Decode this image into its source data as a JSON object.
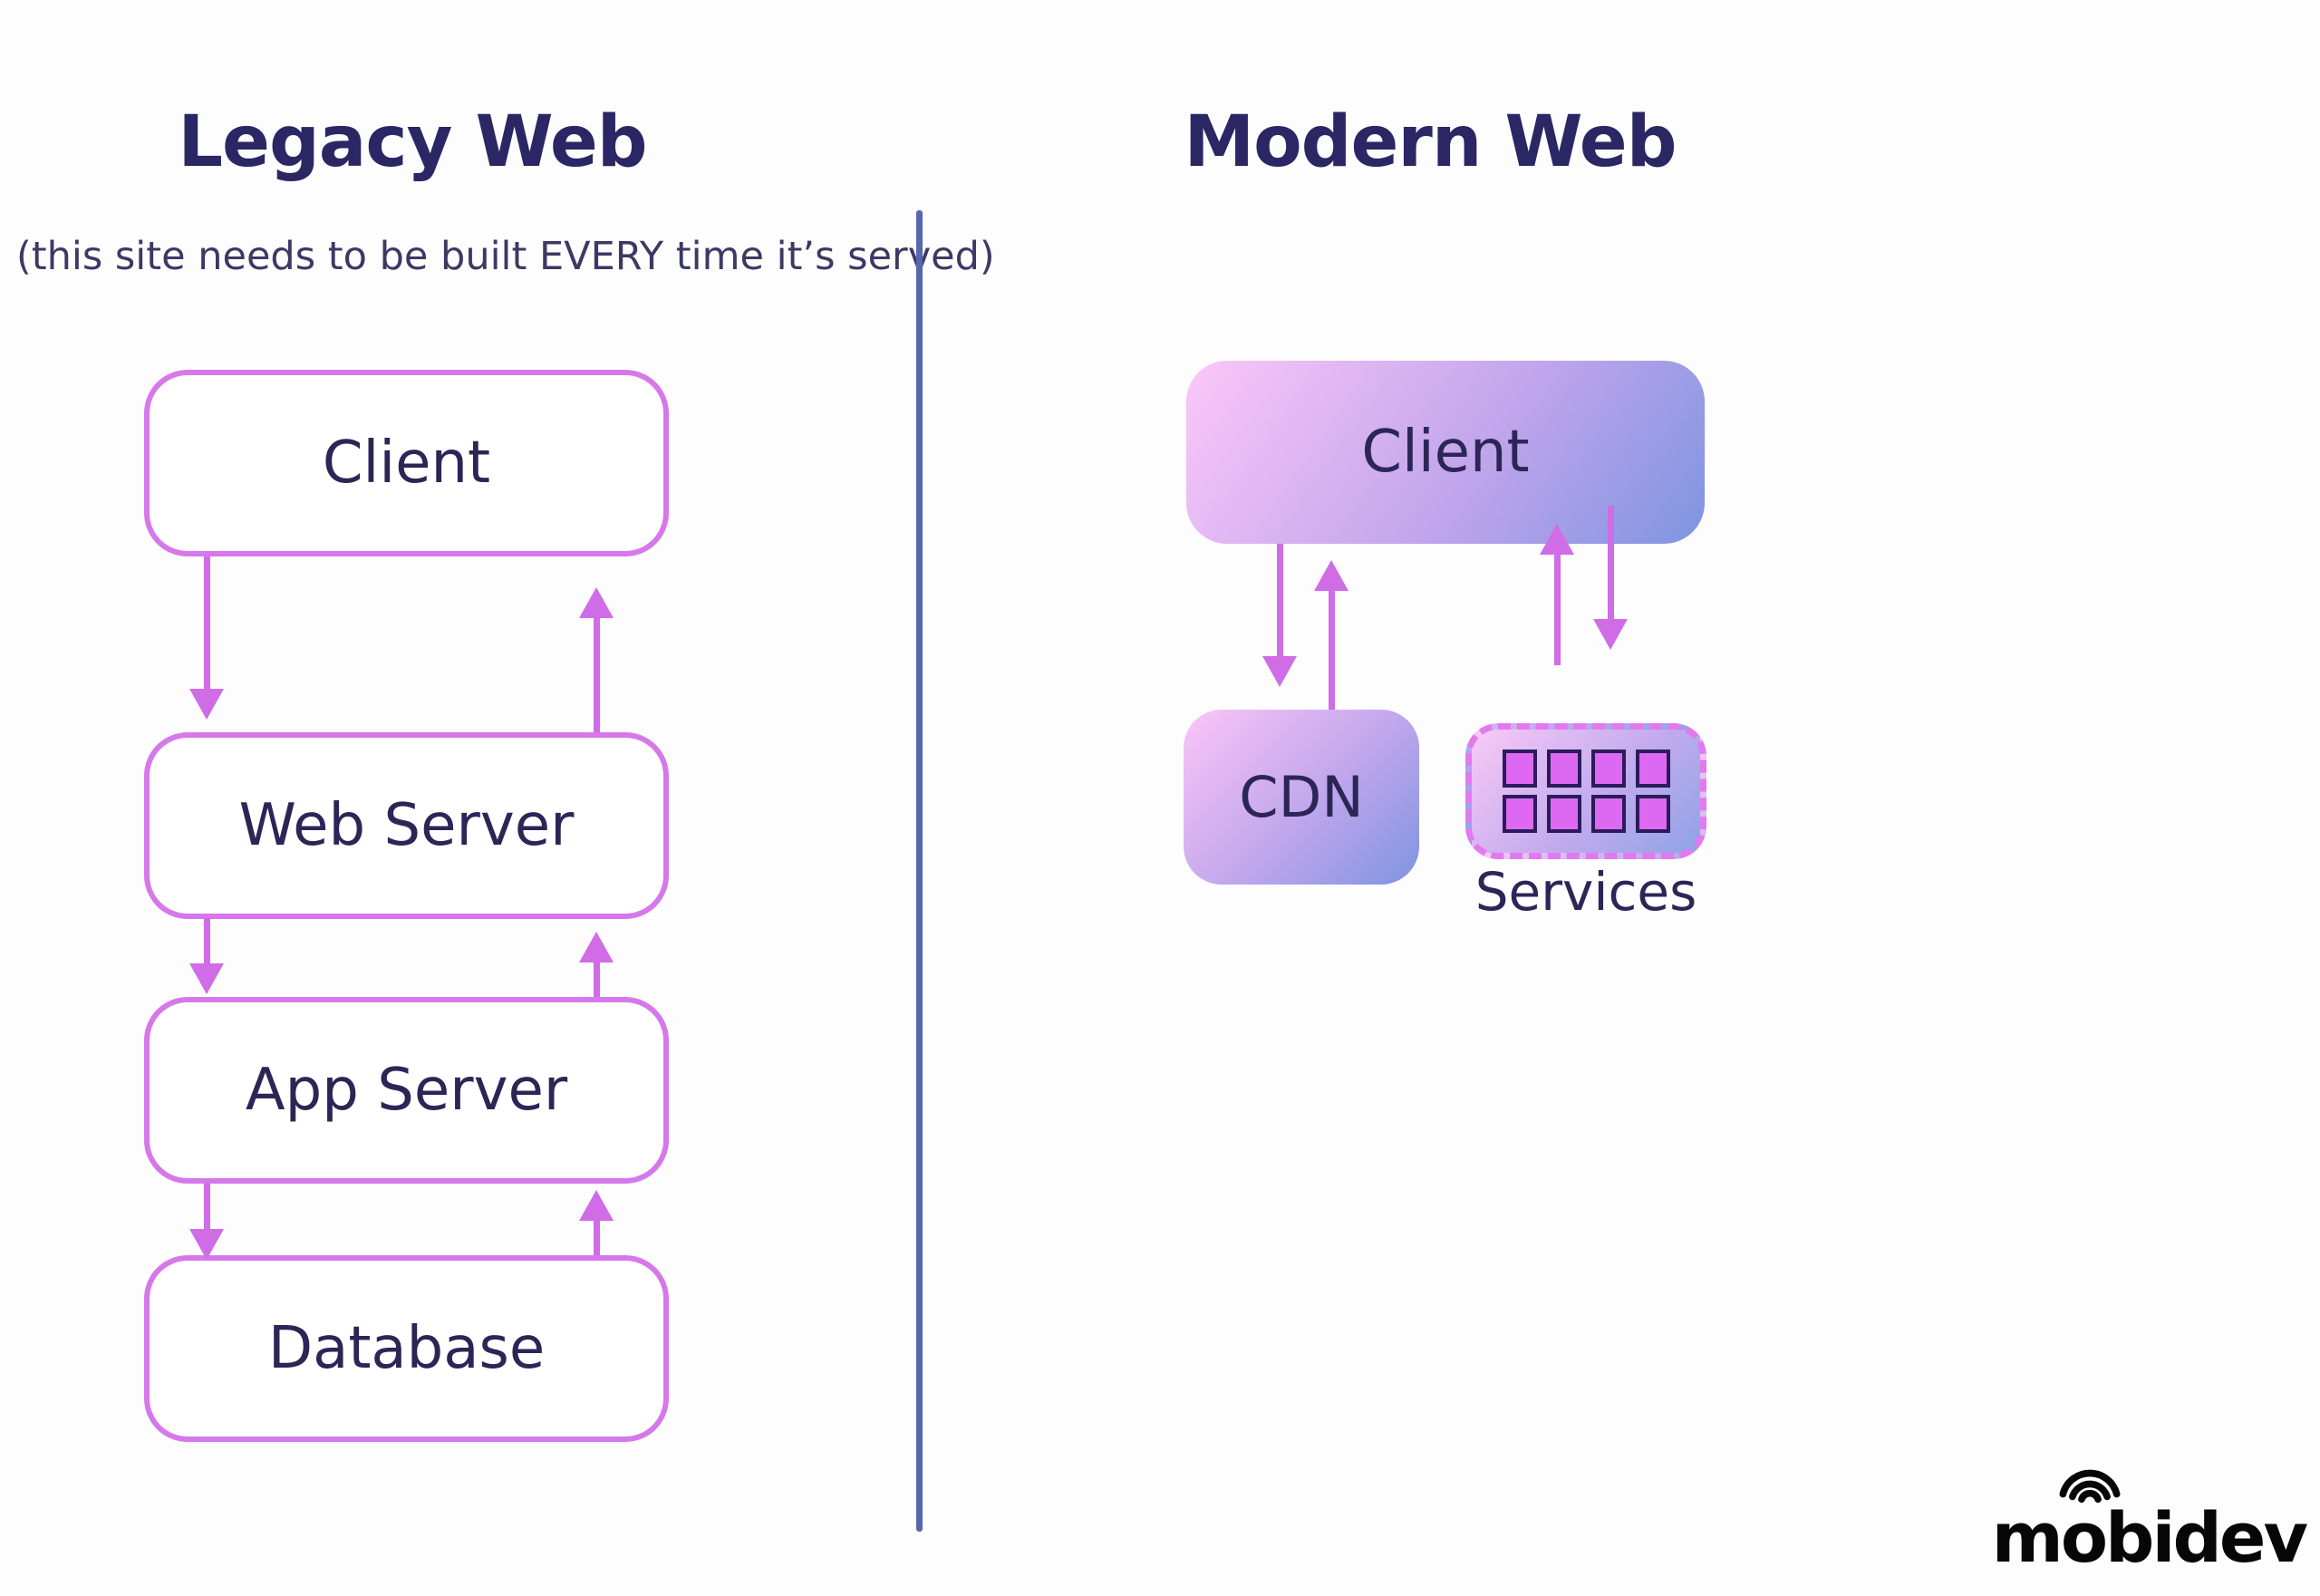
{
  "legacy": {
    "title": "Legacy Web",
    "subtitle": "(this site needs to be built EVERY time it’s served)",
    "nodes": [
      {
        "label": "Client"
      },
      {
        "label": "Web Server"
      },
      {
        "label": "App Server"
      },
      {
        "label": "Database"
      }
    ]
  },
  "modern": {
    "title": "Modern Web",
    "client": {
      "label": "Client"
    },
    "cdn": {
      "label": "CDN"
    },
    "services": {
      "label": "Services",
      "square_count": 8
    }
  },
  "logo": {
    "text": "mobidev",
    "icon": "wifi-arcs-icon"
  },
  "colors": {
    "background": "#fdfdfe",
    "heading_text": "#2b2664",
    "node_text": "#2b2656",
    "subtitle_text": "#3c3964",
    "box_border_magenta": "#d678ea",
    "arrow_magenta": "#cf6ce6",
    "dashed_border": "#e07aee",
    "service_square_fill": "#dd69f2",
    "service_square_border": "#2a1c5a",
    "divider_blue": "#5767ae",
    "gradient_pink": "#fbc7f8",
    "gradient_blue": "#7e95e1",
    "logo_black": "#070707"
  }
}
